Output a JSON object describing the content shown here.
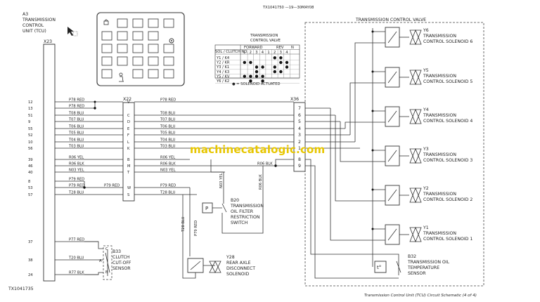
{
  "header": {
    "ref_top": "TX1041750 —19—30MAY08",
    "ref_bottom": "TX1041735"
  },
  "watermark": "machinecatalogic.com",
  "caption": "Transmission Control Unit (TCU) Circuit Schematic (4 of 4)",
  "tcu": {
    "designator": "A3",
    "name_lines": [
      "TRANSMISSION",
      "CONTROL",
      "UNIT (TCU)"
    ],
    "connector": "X23"
  },
  "x23_pins": [
    "12",
    "13",
    "51",
    "9",
    "55",
    "52",
    "10",
    "56",
    "39",
    "46",
    "40",
    "8",
    "53",
    "57",
    "37",
    "38",
    "24"
  ],
  "x22": {
    "label": "X22",
    "pins": [
      "V",
      "C",
      "D",
      "E",
      "F",
      "L",
      "K",
      "B",
      "M",
      "T",
      "W",
      "S"
    ]
  },
  "x36": {
    "label": "X36",
    "pins": [
      "7",
      "6",
      "5",
      "4",
      "3",
      "2",
      "1",
      "8",
      "9"
    ]
  },
  "wires_left": [
    "P78 RED",
    "P78 RED",
    "T08 BLU",
    "T07 BLU",
    "T06 BLU",
    "T05 BLU",
    "T04 BLU",
    "T03 BLU",
    "R06 YEL",
    "R06 BLK",
    "N03 YEL",
    "P79 RED",
    "P79 RED",
    "T28 BLU"
  ],
  "wires_right": [
    "P78 RED",
    "T08 BLU",
    "T07 BLU",
    "T06 BLU",
    "T05 BLU",
    "T04 BLU",
    "T03 BLU",
    "R06 YEL",
    "R06 BLK",
    "N03 YEL",
    "P79 RED",
    "T28 BLU"
  ],
  "wire_p79_mid": "P79 RED",
  "wire_r06_blk_mid": "R06 BLK",
  "lower_wires": [
    "P77 RED",
    "T20 BLU",
    "R77 BLK"
  ],
  "vertical_wires": [
    "N03 YEL",
    "R06 BLK",
    "T28 BLU",
    "P79 RED"
  ],
  "valve_box_title": "TRANSMISSION CONTROL VALVE",
  "solenoids": [
    {
      "id": "Y6",
      "line1": "TRANSMISSION",
      "line2": "CONTROL SOLENOID 6"
    },
    {
      "id": "Y5",
      "line1": "TRANSMISSION",
      "line2": "CONTROL SOLENOID 5"
    },
    {
      "id": "Y4",
      "line1": "TRANSMISSION",
      "line2": "CONTROL SOLENOID 4"
    },
    {
      "id": "Y3",
      "line1": "TRANSMISSION",
      "line2": "CONTROL SOLENOID 3"
    },
    {
      "id": "Y2",
      "line1": "TRANSMISSION",
      "line2": "CONTROL SOLENOID 2"
    },
    {
      "id": "Y1",
      "line1": "TRANSMISSION",
      "line2": "CONTROL SOLENOID 1"
    }
  ],
  "b32": {
    "id": "B32",
    "lines": [
      "TRANSMISSION OIL",
      "TEMPERATURE",
      "SENSOR"
    ],
    "symbol": "t°"
  },
  "b20": {
    "id": "B20",
    "lines": [
      "TRANSMISSION",
      "OIL FILTER",
      "RESTRICTION",
      "SWITCH"
    ],
    "symbol": "P"
  },
  "b33": {
    "id": "B33",
    "lines": [
      "CLUTCH",
      "CUT-OFF",
      "SENSOR"
    ],
    "pins": [
      "C",
      "A",
      "B"
    ]
  },
  "y28": {
    "id": "Y28",
    "lines": [
      "REAR AXLE",
      "DISCONNECT",
      "SOLENOID"
    ]
  },
  "table": {
    "title_lines": [
      "TRANSMISSION",
      "CONTROL VALVE"
    ],
    "col_head": "SOL / CLUTCH NO.",
    "group_heads": [
      "FORWARD",
      "REV",
      "N"
    ],
    "cols": [
      "1",
      "2",
      "3",
      "4",
      "1",
      "2",
      "3",
      "4"
    ],
    "rows": [
      "Y1 / K4",
      "Y2 / KR",
      "Y3 / K1",
      "Y4 / K3",
      "Y5 / KV",
      "Y6 / K2"
    ],
    "dots": [
      [
        0,
        0,
        0,
        0,
        0,
        1,
        1,
        0
      ],
      [
        1,
        1,
        0,
        0,
        0,
        0,
        1,
        1
      ],
      [
        0,
        0,
        1,
        1,
        0,
        1,
        0,
        1
      ],
      [
        0,
        0,
        1,
        0,
        0,
        1,
        1,
        0
      ],
      [
        1,
        1,
        1,
        1,
        0,
        0,
        0,
        0
      ],
      [
        0,
        1,
        0,
        1,
        0,
        0,
        0,
        0
      ]
    ],
    "legend": "● = SOLENOID ACTUATED"
  }
}
